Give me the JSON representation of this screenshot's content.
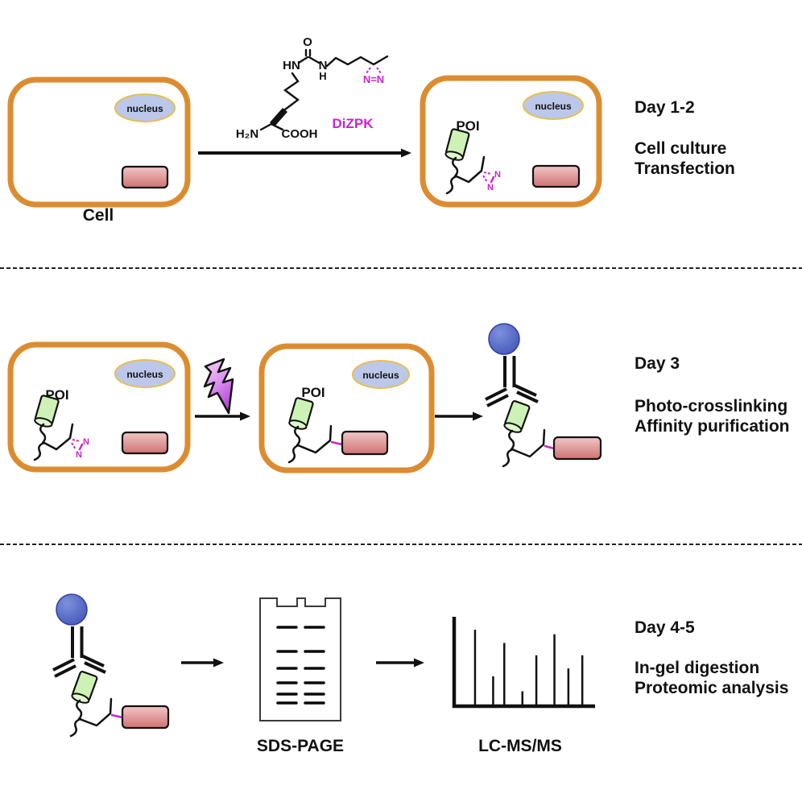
{
  "labels": {
    "cell": "Cell",
    "nucleus": "nucleus",
    "poi": "POI",
    "dizpk": "DiZPK",
    "sds_page": "SDS-PAGE",
    "lc_ms_ms": "LC-MS/MS"
  },
  "chemistry": {
    "carbonyl_o": "O",
    "hn_left": "HN",
    "n_right": "N",
    "h_right": "H",
    "amine": "H₂N",
    "carboxyl": "COOH",
    "diazirine_nn": "N=N",
    "n": "N"
  },
  "timeline": [
    {
      "day": "Day 1-2",
      "steps": [
        "Cell culture",
        "Transfection"
      ]
    },
    {
      "day": "Day 3",
      "steps": [
        "Photo-crosslinking",
        "Affinity purification"
      ]
    },
    {
      "day": "Day 4-5",
      "steps": [
        "In-gel digestion",
        "Proteomic analysis"
      ]
    }
  ],
  "colors": {
    "cell_membrane": "#dc8c30",
    "nucleus_fill": "#bcc8ea",
    "nucleus_stroke": "#e6bf4e",
    "poi_fill": "#cdf2b5",
    "poi_cap": "#def7cc",
    "target_top": "#f2c6c6",
    "target_bottom": "#cf7272",
    "magenta": "#cc22cc",
    "bead_center": "#7e90dd",
    "bead_edge": "#3b51b3",
    "lightning_top": "#f6d8f8",
    "lightning_bottom": "#b44fd8"
  },
  "gel": {
    "lanes": 2,
    "band_rows": [
      0.237,
      0.434,
      0.572,
      0.691,
      0.783,
      0.855
    ]
  },
  "ms_spectrum": {
    "peaks": [
      {
        "x": 0.15,
        "intensity": 0.87
      },
      {
        "x": 0.28,
        "intensity": 0.34
      },
      {
        "x": 0.36,
        "intensity": 0.72
      },
      {
        "x": 0.49,
        "intensity": 0.17
      },
      {
        "x": 0.59,
        "intensity": 0.58
      },
      {
        "x": 0.72,
        "intensity": 0.82
      },
      {
        "x": 0.82,
        "intensity": 0.43
      },
      {
        "x": 0.92,
        "intensity": 0.58
      }
    ]
  }
}
